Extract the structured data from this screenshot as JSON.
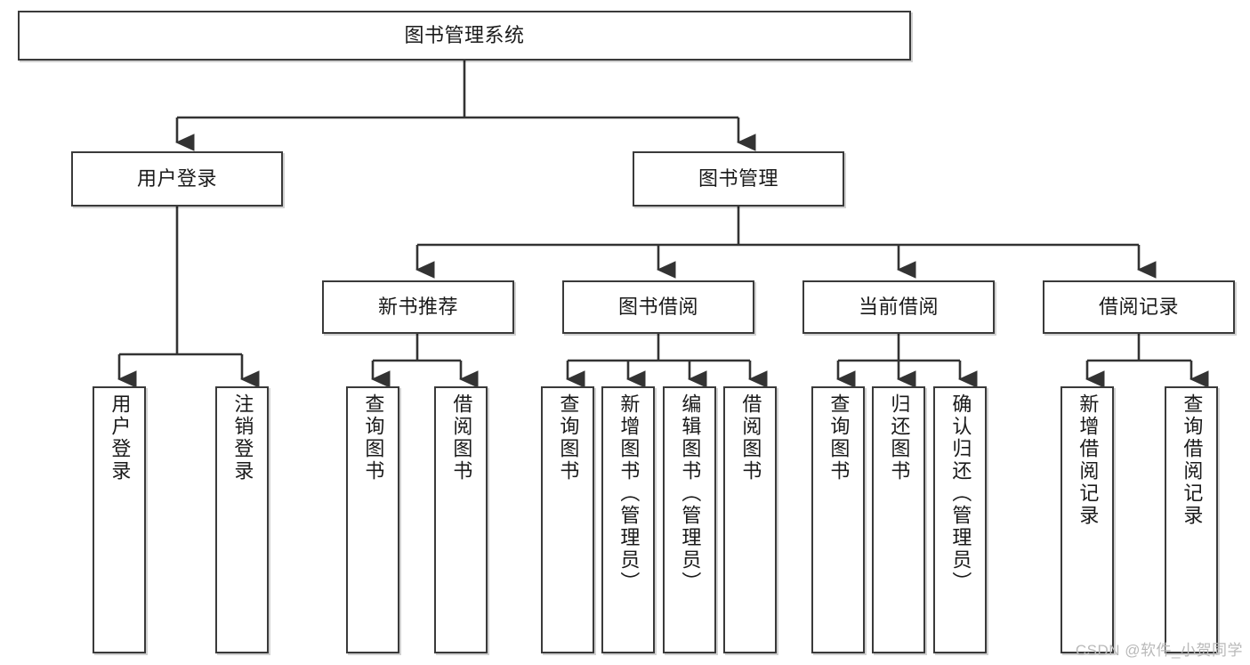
{
  "diagram": {
    "type": "tree-hierarchy",
    "title": "图书管理系统",
    "watermark": "CSDN @软件_小贺同学",
    "colors": {
      "box_border": "#3a3a3a",
      "box_fill": "#ffffff",
      "connector": "#333333",
      "text": "#1a1a1a",
      "watermark": "#b9b9b9"
    },
    "levels": {
      "root": {
        "label": "图书管理系统"
      },
      "level2": [
        {
          "label": "用户登录"
        },
        {
          "label": "图书管理"
        }
      ],
      "level3": [
        {
          "label": "新书推荐"
        },
        {
          "label": "图书借阅"
        },
        {
          "label": "当前借阅"
        },
        {
          "label": "借阅记录"
        }
      ],
      "leaves": {
        "user_login": [
          {
            "label": "用户登录"
          },
          {
            "label": "注销登录"
          }
        ],
        "new_book_recommend": [
          {
            "label": "查询图书"
          },
          {
            "label": "借阅图书"
          }
        ],
        "book_borrow": [
          {
            "label": "查询图书"
          },
          {
            "label": "新增图书（管理员）"
          },
          {
            "label": "编辑图书（管理员）"
          },
          {
            "label": "借阅图书"
          }
        ],
        "current_borrow": [
          {
            "label": "查询图书"
          },
          {
            "label": "归还图书"
          },
          {
            "label": "确认归还（管理员）"
          }
        ],
        "borrow_record": [
          {
            "label": "新增借阅记录"
          },
          {
            "label": "查询借阅记录"
          }
        ]
      }
    }
  }
}
